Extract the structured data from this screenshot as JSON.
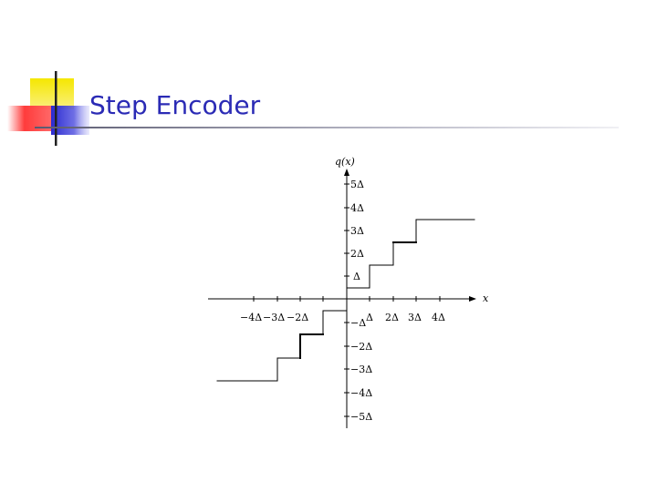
{
  "slide": {
    "title": "Step Encoder"
  },
  "figure": {
    "y_axis_label": "q(x)",
    "x_axis_label": "x",
    "y_tick_labels": [
      "5Δ",
      "4Δ",
      "3Δ",
      "2Δ",
      "Δ",
      "−Δ",
      "−2Δ",
      "−3Δ",
      "−4Δ",
      "−5Δ"
    ],
    "x_tick_labels_negative": [
      "−4Δ",
      "−3Δ",
      "−2Δ"
    ],
    "x_tick_labels_positive": [
      "Δ",
      "2Δ",
      "3Δ",
      "4Δ"
    ]
  },
  "colors": {
    "title": "#2b2bb5",
    "logo_yellow": "#f5e700",
    "logo_red": "#ff4040",
    "logo_blue": "#2a2ad0",
    "rule": "#8a8a9a"
  }
}
